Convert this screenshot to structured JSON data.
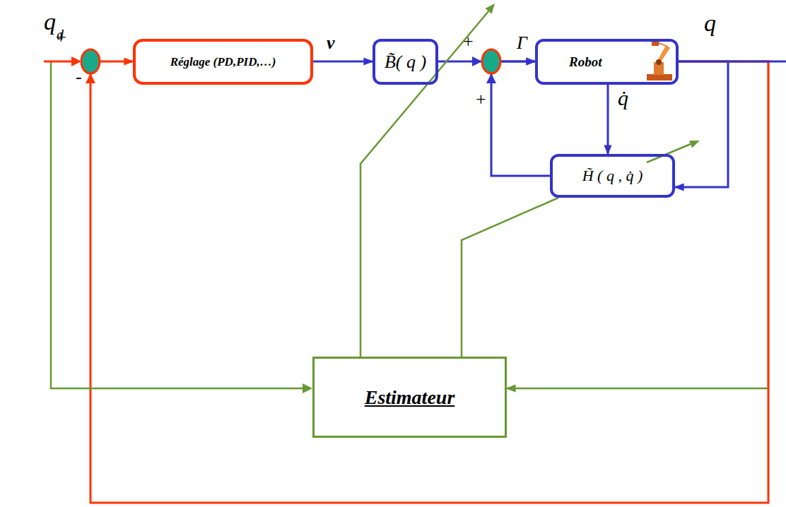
{
  "diagram": {
    "nodes": [
      {
        "text": [
          "Réglage (PD,PID,…)"
        ]
      },
      {
        "text": [
          "B̃( q )"
        ]
      },
      {
        "text": [
          "Robot"
        ]
      },
      {
        "text": [
          "H̃ ( q , q̇ )"
        ]
      },
      {
        "text": [
          "Estimateur"
        ]
      }
    ],
    "edges": [
      {
        "from": 0,
        "to": 1,
        "arrow": "to",
        "label": "v"
      },
      {
        "from": 1,
        "to": 2,
        "arrow": "to",
        "label": "Γ"
      },
      {
        "from": 3,
        "to": 2,
        "arrow": "to"
      },
      {
        "from": 2,
        "to": 3,
        "arrow": "to",
        "label": "q̇"
      },
      {
        "from": 2,
        "to": 3,
        "arrow": "to"
      },
      {
        "from": 2,
        "to": 4,
        "arrow": "to"
      },
      {
        "from": 2,
        "to": 0,
        "arrow": "to"
      },
      {
        "from": 4,
        "to": 1,
        "arrow": "none"
      },
      {
        "from": 4,
        "to": 3,
        "arrow": "none"
      }
    ],
    "labels": [
      "q",
      "d",
      "+",
      "-",
      "+",
      "+",
      "q"
    ]
  }
}
